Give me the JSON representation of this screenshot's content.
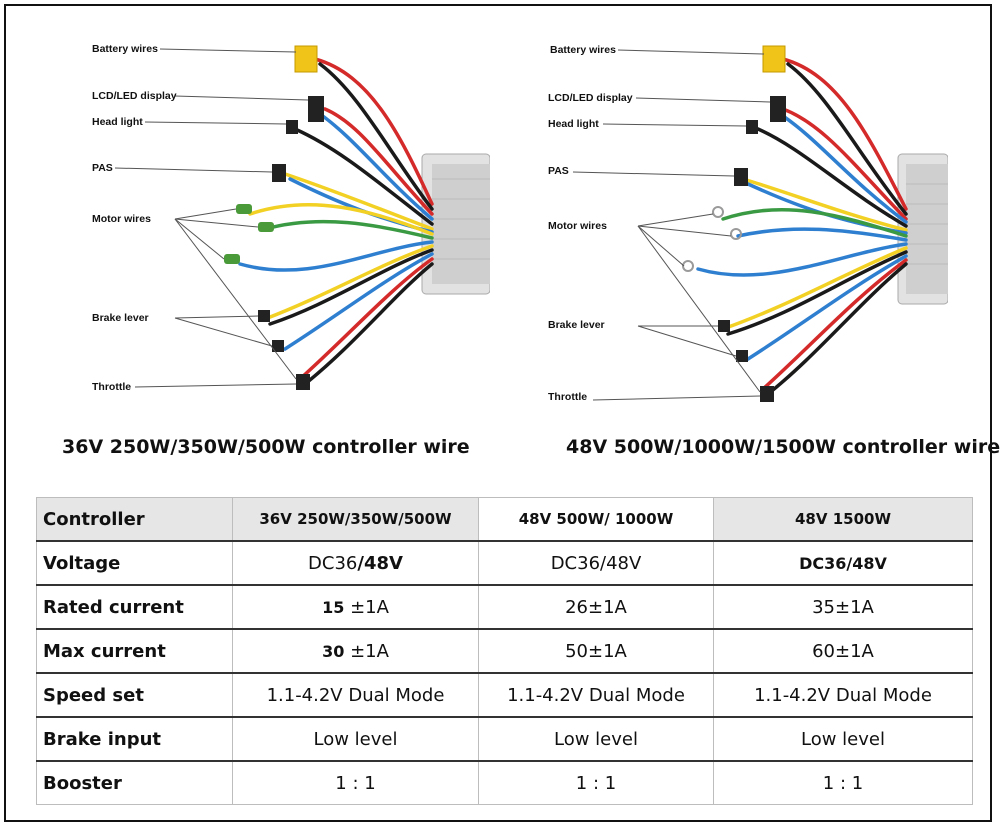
{
  "diagrams": [
    {
      "labels": {
        "battery": "Battery wires",
        "lcd": "LCD/LED display",
        "headlight": "Head light",
        "pas": "PAS",
        "motor": "Motor wires",
        "brake": "Brake lever",
        "throttle": "Throttle"
      },
      "caption": "36V 250W/350W/500W controller wire",
      "motor_connector_color": "#4a9a3a"
    },
    {
      "labels": {
        "battery": "Battery wires",
        "lcd": "LCD/LED display",
        "headlight": "Head light",
        "pas": "PAS",
        "motor": "Motor wires",
        "brake": "Brake lever",
        "throttle": "Throttle"
      },
      "caption": "48V 500W/1000W/1500W controller wire",
      "motor_connector_color": "#cfcfcf"
    }
  ],
  "table": {
    "header": {
      "label": "Controller",
      "columns": [
        "36V 250W/350W/500W",
        "48V 500W/ 1000W",
        "48V 1500W"
      ]
    },
    "rows": {
      "voltage": {
        "label": "Voltage",
        "c1_a": "DC36",
        "c1_b": "48V",
        "c2": "DC36/48V",
        "c3_a": "DC36",
        "c3_b": "48V"
      },
      "rated": {
        "label": "Rated current",
        "c1_a": "15",
        "c1_b": "±1A",
        "c2": "26±1A",
        "c3": "35±1A"
      },
      "max": {
        "label": "Max current",
        "c1_a": "30",
        "c1_b": "±1A",
        "c2": "50±1A",
        "c3": "60±1A"
      },
      "speed": {
        "label": "Speed set",
        "c1": "1.1-4.2V Dual Mode",
        "c2": "1.1-4.2V Dual Mode",
        "c3": "1.1-4.2V Dual Mode"
      },
      "brake": {
        "label": "Brake input",
        "c1": "Low level",
        "c2": "Low level",
        "c3": "Low level"
      },
      "booster": {
        "label": "Booster",
        "c1": "1 : 1",
        "c2": "1 : 1",
        "c3": "1 : 1"
      }
    }
  },
  "colors": {
    "battery_red": "#d42a2a",
    "battery_yellow": "#f0c419",
    "wire_blue": "#2f7fd0",
    "wire_yellow": "#f2d024",
    "wire_green": "#3a9a44",
    "wire_black": "#1a1a1a",
    "housing": "#d9d9d9"
  }
}
